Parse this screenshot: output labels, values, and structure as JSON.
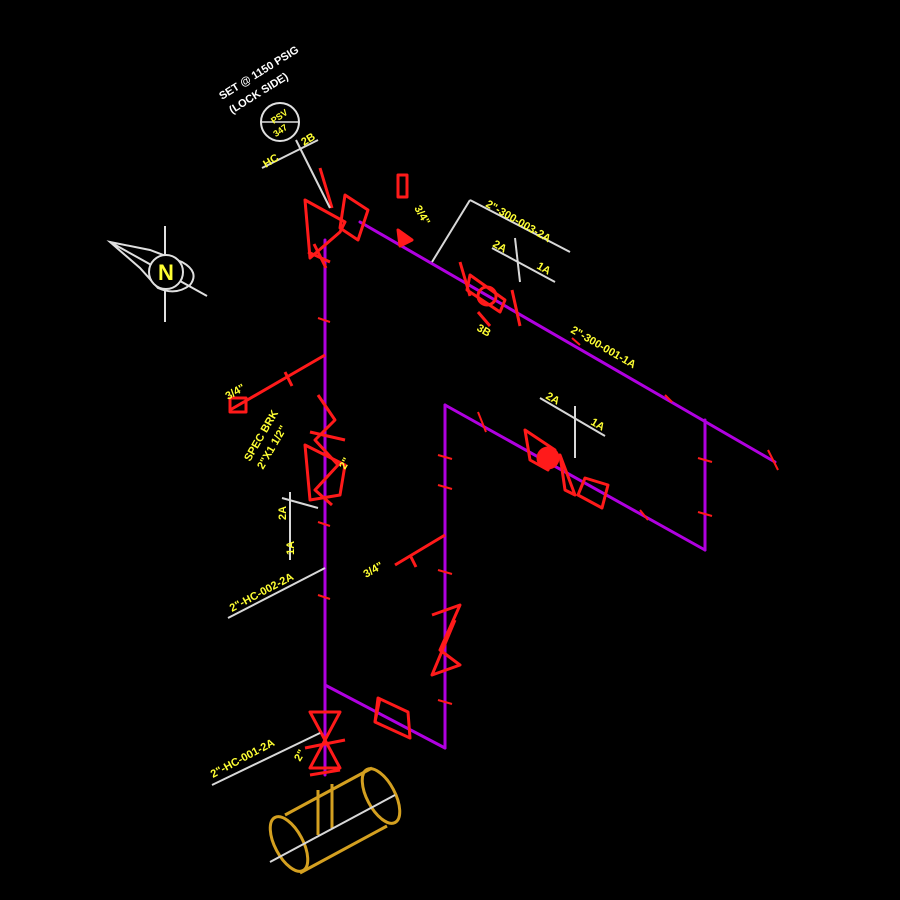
{
  "colors": {
    "background": "#000000",
    "pipe": "#b000e0",
    "fitting": "#ff1a1a",
    "label": "#ffff33",
    "leader": "#d8d8d8",
    "header_pipe": "#d4a020"
  },
  "north_arrow": {
    "letter": "N"
  },
  "instrument": {
    "tag_top": "PSV",
    "tag_bottom": "347"
  },
  "labels": {
    "set_pressure": "SET @ 1150 PSIG",
    "set_pressure_sub": "(LOCK SIDE)",
    "valve_hc_1": "HC",
    "valve_hc_2": "2B",
    "size_top_right": "3/4\"",
    "line_1": "2\"-300-003-2A",
    "line_1_a": "2A",
    "line_1_b": "1A",
    "valve_side": "3B",
    "line_2": "2\"-300-001-1A",
    "size_left_top": "3/4\"",
    "spec_break": "SPEC BRK",
    "spec_break_sub": "2\"X1 1/2\"",
    "spec_sub_2": "2\"",
    "spec_2a": "2A",
    "spec_1a": "1A",
    "line_3": "2\"-HC-002-2A",
    "size_mid": "3/4\"",
    "mid_a": "2A",
    "mid_b": "1A",
    "line_4": "2\"-HC-001-2A",
    "bottom_size": "2\""
  }
}
